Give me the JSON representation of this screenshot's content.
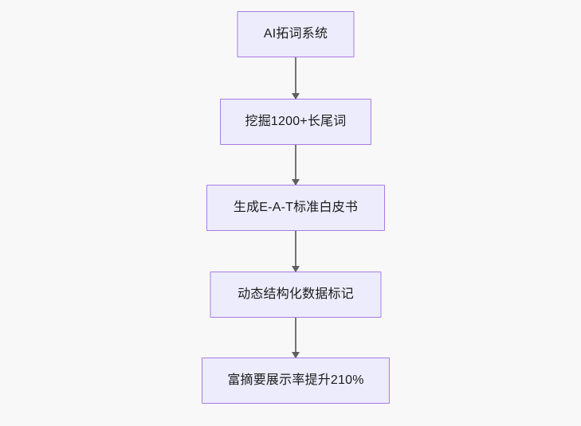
{
  "diagram": {
    "type": "flowchart",
    "direction": "top-down",
    "background_color": "#f8f8f8",
    "node_fill_color": "#ececfd",
    "node_border_color": "#a97ce0",
    "node_text_color": "#1c1c1c",
    "edge_color": "#757575",
    "nodes": [
      {
        "id": "n1",
        "label": "AI拓词系统"
      },
      {
        "id": "n2",
        "label": "挖掘1200+长尾词"
      },
      {
        "id": "n3",
        "label": "生成E-A-T标准白皮书"
      },
      {
        "id": "n4",
        "label": "动态结构化数据标记"
      },
      {
        "id": "n5",
        "label": "富摘要展示率提升210%"
      }
    ],
    "edges": [
      {
        "from": "n1",
        "to": "n2",
        "label": "",
        "arrow": "arrow-down-icon"
      },
      {
        "from": "n2",
        "to": "n3",
        "label": "",
        "arrow": "arrow-down-icon"
      },
      {
        "from": "n3",
        "to": "n4",
        "label": "",
        "arrow": "arrow-down-icon"
      },
      {
        "from": "n4",
        "to": "n5",
        "label": "",
        "arrow": "arrow-down-icon"
      }
    ]
  }
}
